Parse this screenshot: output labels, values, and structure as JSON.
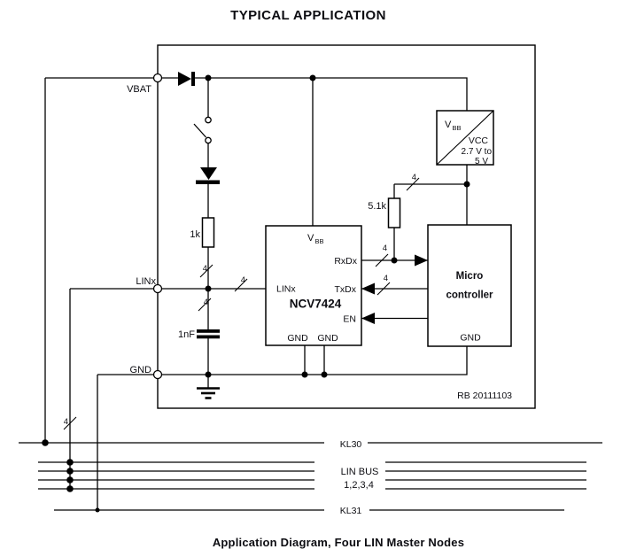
{
  "title": "TYPICAL APPLICATION",
  "caption": "Application Diagram, Four LIN Master Nodes",
  "ref_code": "RB 20111103",
  "bus_width": "4",
  "terminals": {
    "vbat": "VBAT",
    "linx": "LINx",
    "gnd": "GND"
  },
  "components": {
    "r1": "1k",
    "r2": "5.1k",
    "c1": "1nF"
  },
  "regulator": {
    "v": "V",
    "v_sub": "BB",
    "vcc": "VCC",
    "range_line1": "2.7 V to",
    "range_line2": "5 V"
  },
  "ncv7424": {
    "part": "NCV7424",
    "pin_vbb_v": "V",
    "pin_vbb_sub": "BB",
    "pin_rxdx": "RxDx",
    "pin_txdx": "TxDx",
    "pin_en": "EN",
    "pin_linx": "LINx",
    "pin_gnd1": "GND",
    "pin_gnd2": "GND"
  },
  "micro": {
    "name_line1": "Micro",
    "name_line2": "controller",
    "pin_gnd": "GND"
  },
  "bus": {
    "kl30": "KL30",
    "lin_bus": "LIN BUS",
    "lin_numbers": "1,2,3,4",
    "kl31": "KL31"
  },
  "colors": {
    "line": "#000000",
    "text": "#0d0d12",
    "background": "#ffffff"
  }
}
